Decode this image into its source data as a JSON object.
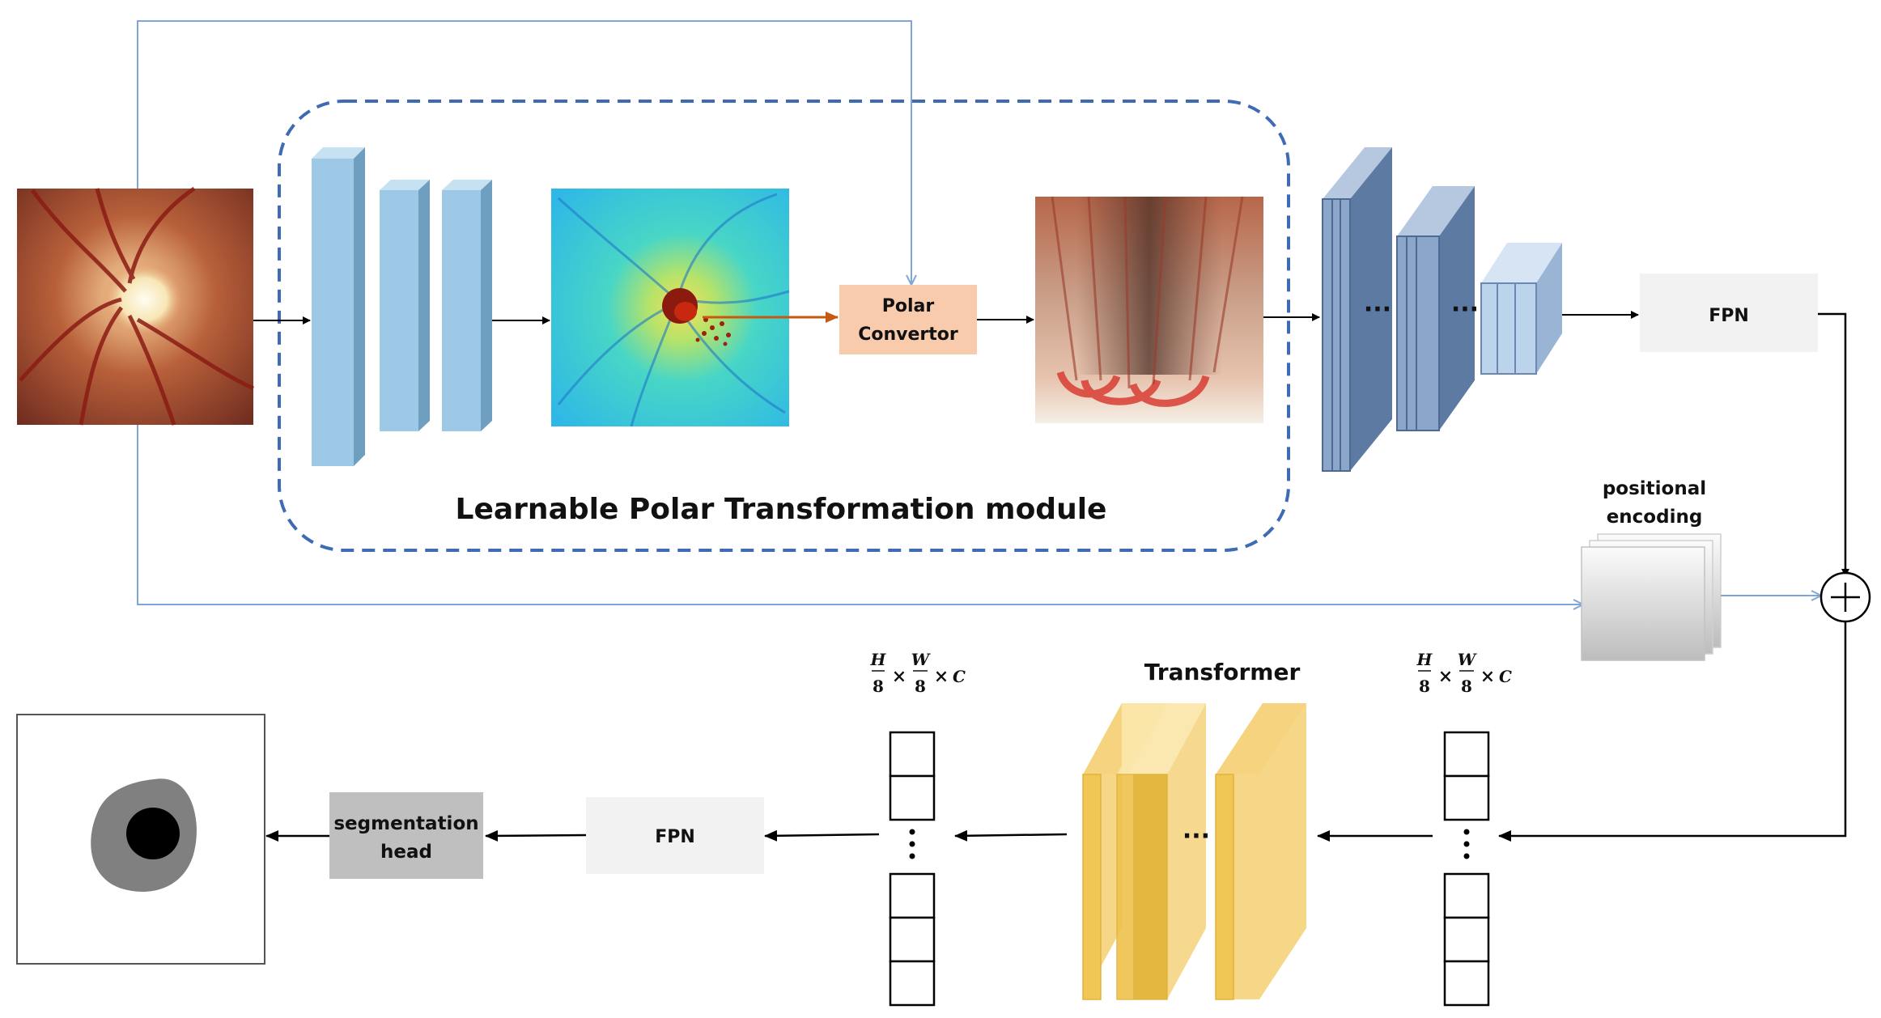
{
  "module_title": "Learnable Polar Transformation module",
  "polar_convertor": {
    "line1": "Polar",
    "line2": "Convertor"
  },
  "fpn_top": "FPN",
  "fpn_bottom": "FPN",
  "positional_encoding": {
    "line1": "positional",
    "line2": "encoding"
  },
  "transformer": "Transformer",
  "segmentation_head": {
    "line1": "segmentation",
    "line2": "head"
  },
  "ellipsis": "···",
  "vertical_ellipsis": "⋮",
  "token_dims": {
    "h": "H",
    "w": "W",
    "den": "8",
    "times": "×",
    "c": "C"
  },
  "colors": {
    "conv_blue": "#9ec9e6",
    "backbone_blue": "#8ba6c9",
    "transformer_yellow": "#f5d27a",
    "polar_box": "#f8cbad",
    "fpn_box": "#f2f2f2",
    "seg_head": "#bfbfbf",
    "dashed_border": "#3e6bb4",
    "skip_line": "#7ea6d8",
    "mask_disc": "#808080",
    "mask_cup": "#000000",
    "orange_arrow": "#c55a11"
  }
}
